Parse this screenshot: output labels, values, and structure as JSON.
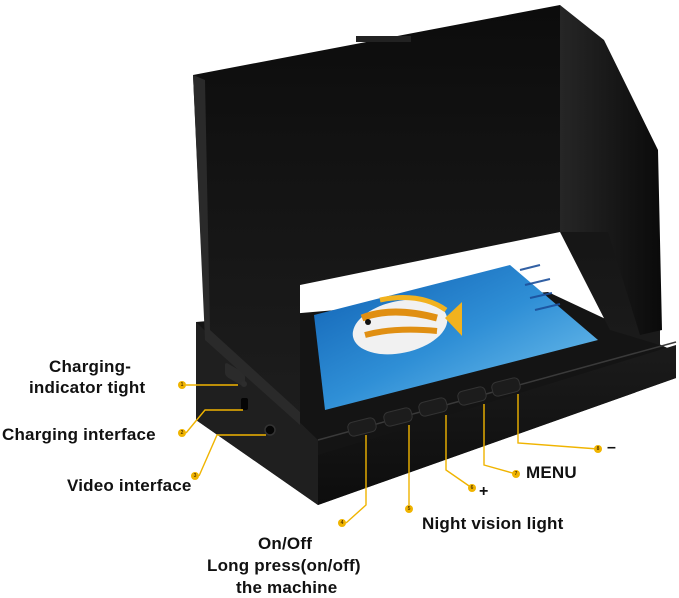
{
  "colors": {
    "accent": "#f0b400",
    "device_body": "#161616",
    "screen_sea": "#2f8fd6"
  },
  "labels": {
    "charging_indicator_line1": "Charging-",
    "charging_indicator_line2": "indicator tight",
    "charging_interface": "Charging interface",
    "video_interface": "Video interface",
    "on_off_line1": "On/Off",
    "on_off_line2": "Long press(on/off)",
    "on_off_line3": "the machine",
    "night_vision": "Night vision light",
    "menu": "MENU",
    "plus": "+",
    "minus": "–"
  },
  "callout_numbers": [
    "1",
    "2",
    "3",
    "4",
    "5",
    "6",
    "7",
    "8"
  ],
  "icons": {
    "fish": "butterflyfish-icon"
  }
}
